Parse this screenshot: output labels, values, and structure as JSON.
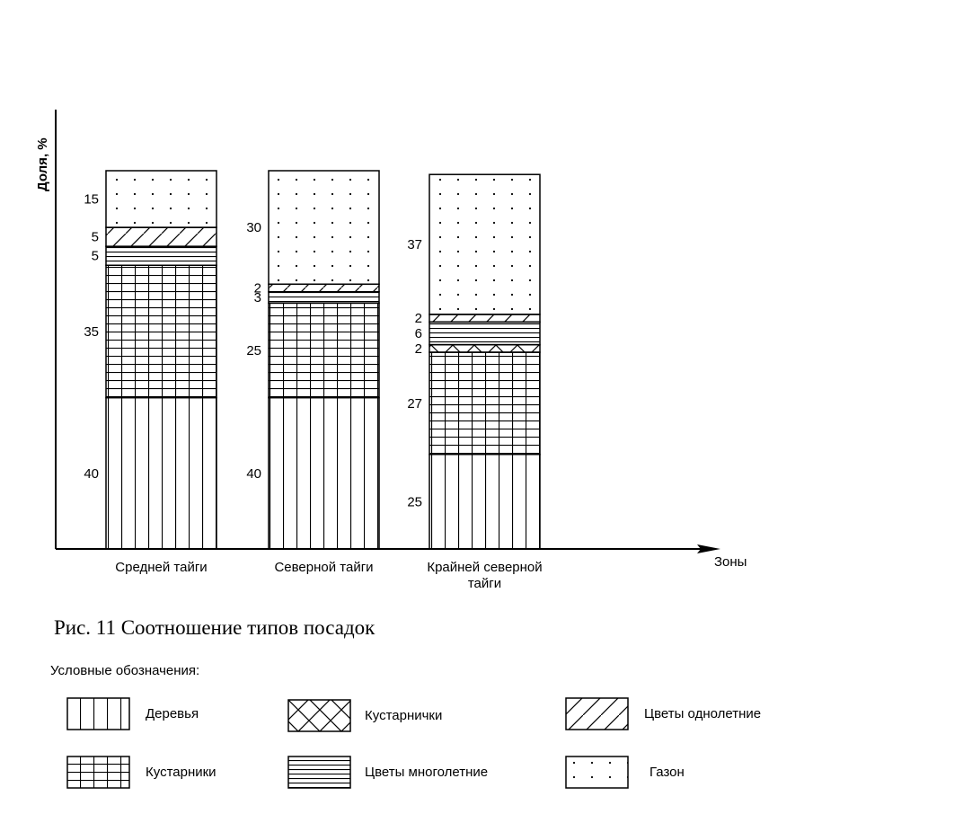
{
  "chart_data": {
    "type": "bar",
    "stacked": true,
    "ylabel": "Доля, %",
    "xlabel": "Зоны",
    "categories": [
      "Средней тайги",
      "Северной тайги",
      "Крайней северной тайги"
    ],
    "series": [
      {
        "name": "Деревья",
        "pattern": "vertical",
        "values": [
          40,
          40,
          25
        ]
      },
      {
        "name": "Кустарники",
        "pattern": "grid",
        "values": [
          35,
          25,
          27
        ]
      },
      {
        "name": "Кустарнички",
        "pattern": "crosshatch",
        "values": [
          0,
          0,
          2
        ]
      },
      {
        "name": "Цветы многолетние",
        "pattern": "horizontal",
        "values": [
          5,
          3,
          6
        ]
      },
      {
        "name": "Цветы однолетние",
        "pattern": "diagonal",
        "values": [
          5,
          2,
          2
        ]
      },
      {
        "name": "Газон",
        "pattern": "dots",
        "values": [
          15,
          30,
          37
        ]
      }
    ],
    "ylim": [
      0,
      100
    ],
    "grid": false,
    "legend_placement": "bottom"
  },
  "caption": "Рис. 11 Соотношение типов посадок",
  "legend_title": "Условные обозначения:",
  "legend": [
    {
      "label": "Деревья",
      "pattern": "vertical"
    },
    {
      "label": "Кустарнички",
      "pattern": "crosshatch"
    },
    {
      "label": "Цветы однолетние",
      "pattern": "diagonal"
    },
    {
      "label": "Кустарники",
      "pattern": "grid"
    },
    {
      "label": "Цветы многолетние",
      "pattern": "horizontal"
    },
    {
      "label": "Газон",
      "pattern": "dots"
    }
  ]
}
